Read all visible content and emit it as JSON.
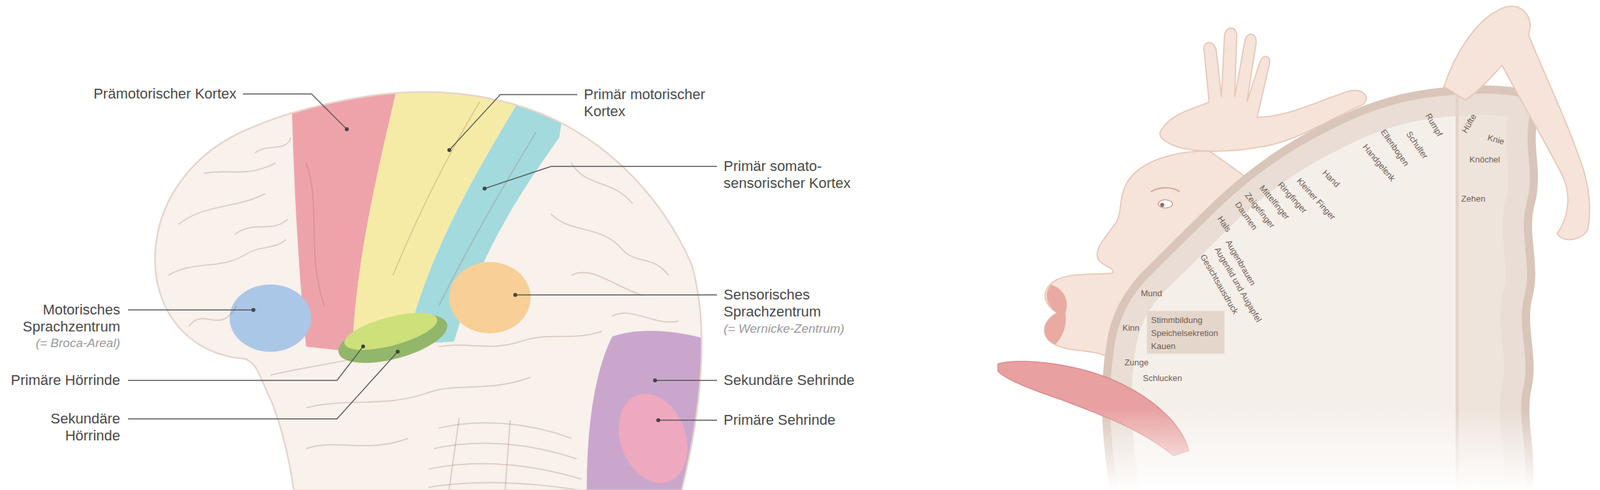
{
  "diagram": {
    "labels": [
      "Prämotorischer Kortex",
      "Primär motorischer Kortex",
      "Primär somato- sensorischer Kortex",
      "Motorisches Sprachzentrum",
      "(= Broca-Areal)",
      "Primäre Hörrinde",
      "Sekundäre Hörrinde",
      "Sensorisches Sprachzentrum",
      "(= Wernicke-Zentrum)",
      "Sekundäre Sehrinde",
      "Primäre Sehrinde",
      "Hüfte",
      "Knie",
      "Knöchel",
      "Zehen",
      "Rumpf",
      "Schulter",
      "Ellenbogen",
      "Handgelenk",
      "Hand",
      "Kleiner Finger",
      "Ringfinger",
      "Mittelfinger",
      "Zeigefinger",
      "Daumen",
      "Hals",
      "Augenbrauen",
      "Augenlid und Augapfel",
      "Gesichtsausdruck",
      "Mund",
      "Kinn",
      "Stimmbildung",
      "Speichelsekretion",
      "Kauen",
      "Zunge",
      "Schlucken"
    ]
  }
}
